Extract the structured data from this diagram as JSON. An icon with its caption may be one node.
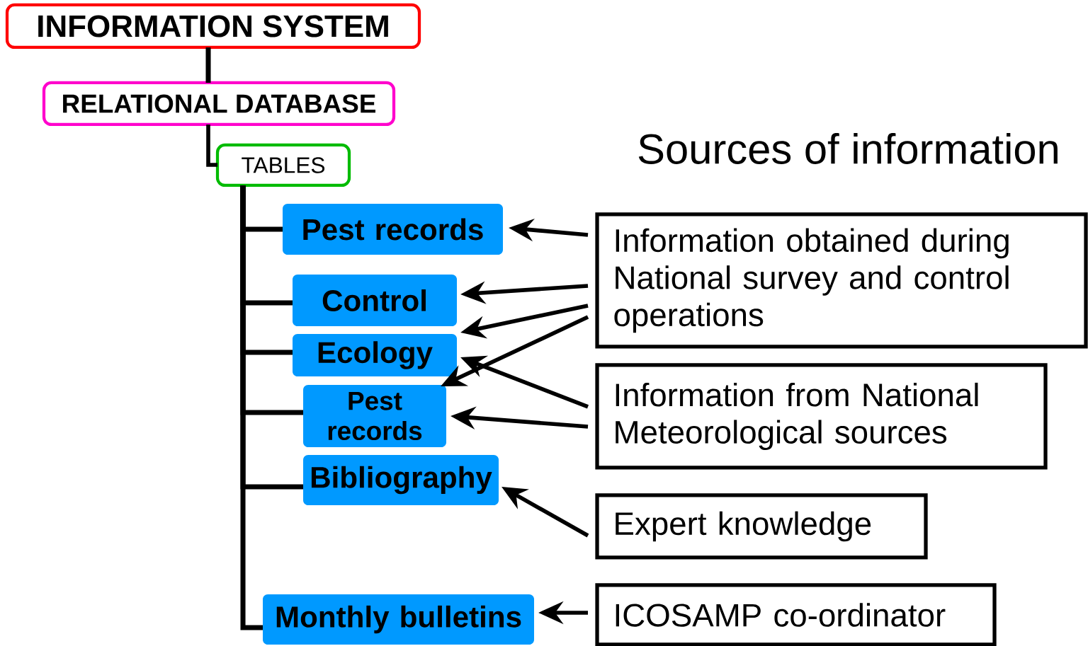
{
  "diagram": {
    "title": "Sources of information",
    "nodes": [
      {
        "text": [
          "INFORMATION SYSTEM"
        ]
      },
      {
        "text": [
          "RELATIONAL DATABASE"
        ]
      },
      {
        "text": [
          "TABLES"
        ]
      },
      {
        "text": [
          "Pest records"
        ]
      },
      {
        "text": [
          "Control"
        ]
      },
      {
        "text": [
          "Ecology"
        ]
      },
      {
        "text": [
          "Pest records"
        ]
      },
      {
        "text": [
          "Bibliography"
        ]
      },
      {
        "text": [
          "Monthly bulletins"
        ]
      },
      {
        "text": [
          "Information obtained during National survey and control operations"
        ]
      },
      {
        "text": [
          "Information from National Meteorological sources"
        ]
      },
      {
        "text": [
          "Expert knowledge"
        ]
      },
      {
        "text": [
          "ICOSAMP co-ordinator"
        ]
      }
    ],
    "edges": [
      {
        "from": 0,
        "to": 1,
        "arrow": "none"
      },
      {
        "from": 1,
        "to": 2,
        "arrow": "none"
      },
      {
        "from": 2,
        "to": 3,
        "arrow": "none"
      },
      {
        "from": 2,
        "to": 4,
        "arrow": "none"
      },
      {
        "from": 2,
        "to": 5,
        "arrow": "none"
      },
      {
        "from": 2,
        "to": 6,
        "arrow": "none"
      },
      {
        "from": 2,
        "to": 7,
        "arrow": "none"
      },
      {
        "from": 2,
        "to": 8,
        "arrow": "none"
      },
      {
        "from": 9,
        "to": 3,
        "arrow": "to"
      },
      {
        "from": 9,
        "to": 4,
        "arrow": "to"
      },
      {
        "from": 9,
        "to": 5,
        "arrow": "to"
      },
      {
        "from": 9,
        "to": 6,
        "arrow": "to"
      },
      {
        "from": 10,
        "to": 5,
        "arrow": "to"
      },
      {
        "from": 10,
        "to": 6,
        "arrow": "to"
      },
      {
        "from": 11,
        "to": 7,
        "arrow": "to"
      },
      {
        "from": 12,
        "to": 8,
        "arrow": "to"
      }
    ]
  }
}
